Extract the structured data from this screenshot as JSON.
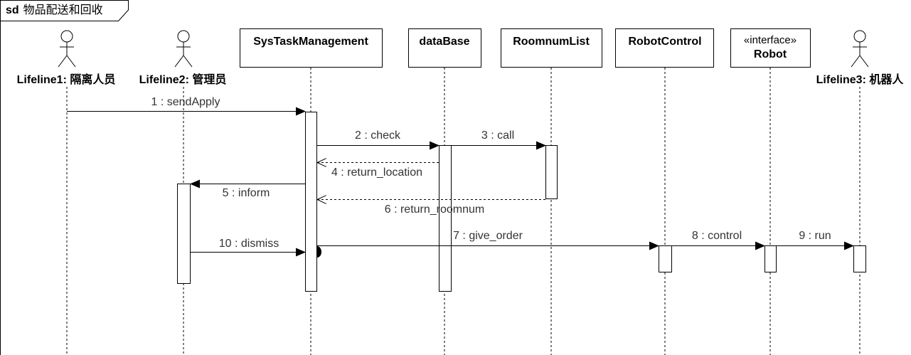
{
  "frame": {
    "keyword": "sd",
    "title": "物品配送和回收"
  },
  "actors": [
    {
      "label": "Lifeline1: 隔离人员"
    },
    {
      "label": "Lifeline2: 管理员"
    },
    {
      "label": "Lifeline3: 机器人"
    }
  ],
  "objects": [
    {
      "label": "SysTaskManagement"
    },
    {
      "label": "dataBase"
    },
    {
      "label": "RoomnumList"
    },
    {
      "label": "RobotControl"
    },
    {
      "label": "Robot",
      "stereotype": "«interface»"
    }
  ],
  "messages": [
    {
      "label": "1 : sendApply"
    },
    {
      "label": "2 : check"
    },
    {
      "label": "3 : call"
    },
    {
      "label": "4 : return_location"
    },
    {
      "label": "5 : inform"
    },
    {
      "label": "6 : return_roomnum"
    },
    {
      "label": "7 : give_order"
    },
    {
      "label": "8 : control"
    },
    {
      "label": "9 : run"
    },
    {
      "label": "10 : dismiss"
    }
  ]
}
